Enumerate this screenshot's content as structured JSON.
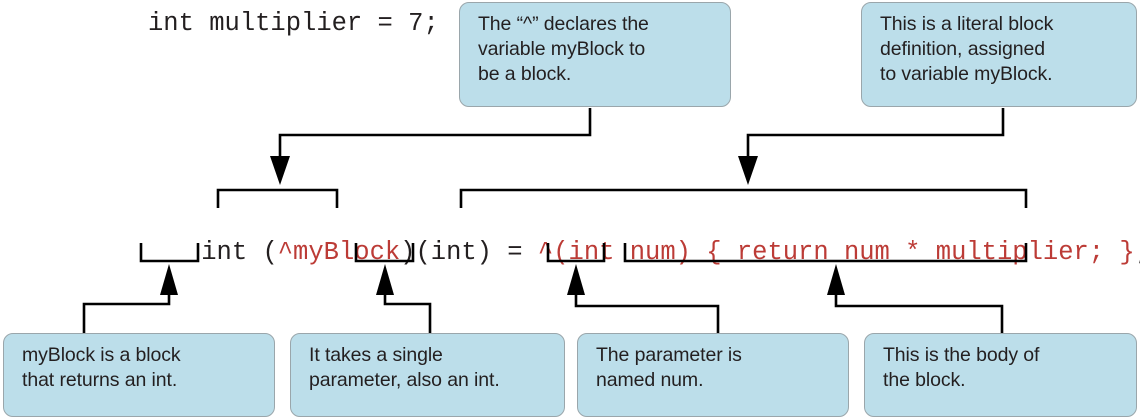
{
  "figure": {
    "type": "annotated-code-diagram",
    "background": "#ffffff",
    "callout_fill": "#bcdeea",
    "callout_border": "#9aa6ab",
    "code_color": "#231f20",
    "highlight_color": "#bc3b36"
  },
  "top_code": {
    "text": "int multiplier = 7;"
  },
  "main_code": {
    "segments": [
      {
        "text": "int ",
        "color": "black"
      },
      {
        "text": "(",
        "color": "black"
      },
      {
        "text": "^myBlock",
        "color": "red"
      },
      {
        "text": ")(int) = ",
        "color": "black"
      },
      {
        "text": "^(int num) { return num * multiplier; }",
        "color": "red"
      },
      {
        "text": ";",
        "color": "black"
      }
    ],
    "full_text": "int (^myBlock)(int) = ^(int num) { return num * multiplier; };"
  },
  "callouts_top": [
    {
      "id": "caret-declares-block",
      "lines": [
        "The “^” declares the",
        "variable myBlock to",
        "be a block."
      ]
    },
    {
      "id": "literal-block-definition",
      "lines": [
        "This is a literal block",
        "definition, assigned",
        "to variable myBlock."
      ]
    }
  ],
  "callouts_bottom": [
    {
      "id": "returns-an-int",
      "lines": [
        "myBlock is a block",
        "that returns an int."
      ]
    },
    {
      "id": "single-parameter",
      "lines": [
        "It takes a single",
        "parameter, also an int."
      ]
    },
    {
      "id": "parameter-named-num",
      "lines": [
        "The parameter is",
        "named num."
      ]
    },
    {
      "id": "body-of-block",
      "lines": [
        "This is the body of",
        "the block."
      ]
    }
  ]
}
